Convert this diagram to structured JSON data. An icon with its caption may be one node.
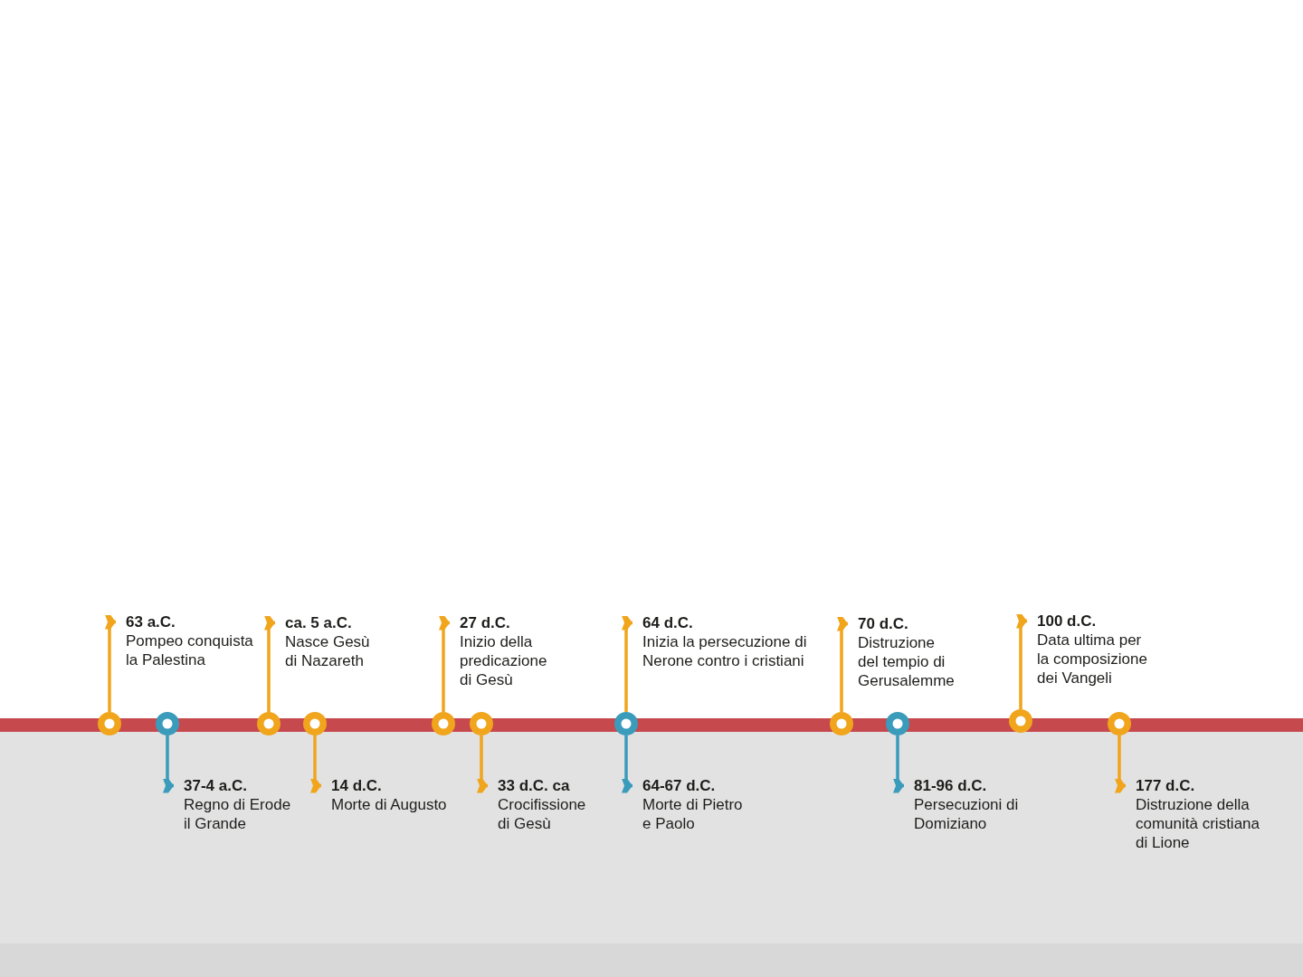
{
  "diagram": {
    "nodes": [
      {
        "text": [
          "63 a.C.",
          "Pompeo conquista la Palestina"
        ]
      },
      {
        "text": [
          "37-4 a.C.",
          "Regno di Erode il Grande"
        ]
      },
      {
        "text": [
          "ca. 5 a.C.",
          "Nasce Gesù di Nazareth"
        ]
      },
      {
        "text": [
          "14 d.C.",
          "Morte di Augusto"
        ]
      },
      {
        "text": [
          "27 d.C.",
          "Inizio della predicazione di Gesù"
        ]
      },
      {
        "text": [
          "33 d.C. ca",
          "Crocifissione di Gesù"
        ]
      },
      {
        "text": [
          "64 d.C.",
          "Inizia la persecuzione di Nerone contro i cristiani"
        ]
      },
      {
        "text": [
          "64-67 d.C.",
          "Morte di Pietro e Paolo"
        ]
      },
      {
        "text": [
          "70 d.C.",
          "Distruzione del tempio di Gerusalemme"
        ]
      },
      {
        "text": [
          "81-96 d.C.",
          "Persecuzioni di Domiziano"
        ]
      },
      {
        "text": [
          "100 d.C.",
          "Data ultima per la composizione dei Vangeli"
        ]
      },
      {
        "text": [
          "177 d.C.",
          "Distruzione della comunità cristiana di Lione"
        ]
      },
      {
        "text": [],
        "shape": "circle"
      },
      {
        "text": [],
        "shape": "circle"
      },
      {
        "text": [],
        "shape": "circle"
      },
      {
        "text": [],
        "shape": "circle"
      },
      {
        "text": [],
        "shape": "circle"
      },
      {
        "text": [],
        "shape": "circle"
      },
      {
        "text": [],
        "shape": "circle"
      },
      {
        "text": [],
        "shape": "circle"
      },
      {
        "text": [],
        "shape": "circle"
      },
      {
        "text": [],
        "shape": "circle"
      },
      {
        "text": [],
        "shape": "circle"
      },
      {
        "text": [],
        "shape": "bar"
      }
    ],
    "edges": [
      {
        "from": 12,
        "to": 0,
        "arrow": "to"
      },
      {
        "from": 13,
        "to": 1,
        "arrow": "to",
        "color": "#3a9bbb"
      },
      {
        "from": 14,
        "to": 2,
        "arrow": "to"
      },
      {
        "from": 15,
        "to": 3,
        "arrow": "to"
      },
      {
        "from": 16,
        "to": 4,
        "arrow": "to"
      },
      {
        "from": 17,
        "to": 5,
        "arrow": "to"
      },
      {
        "from": 18,
        "to": 6,
        "arrow": "to"
      },
      {
        "from": 18,
        "to": 7,
        "arrow": "to",
        "color": "#3a9bbb"
      },
      {
        "from": 19,
        "to": 8,
        "arrow": "to"
      },
      {
        "from": 20,
        "to": 9,
        "arrow": "to",
        "color": "#3a9bbb"
      },
      {
        "from": 21,
        "to": 10,
        "arrow": "to"
      },
      {
        "from": 22,
        "to": 11,
        "arrow": "to"
      }
    ]
  }
}
